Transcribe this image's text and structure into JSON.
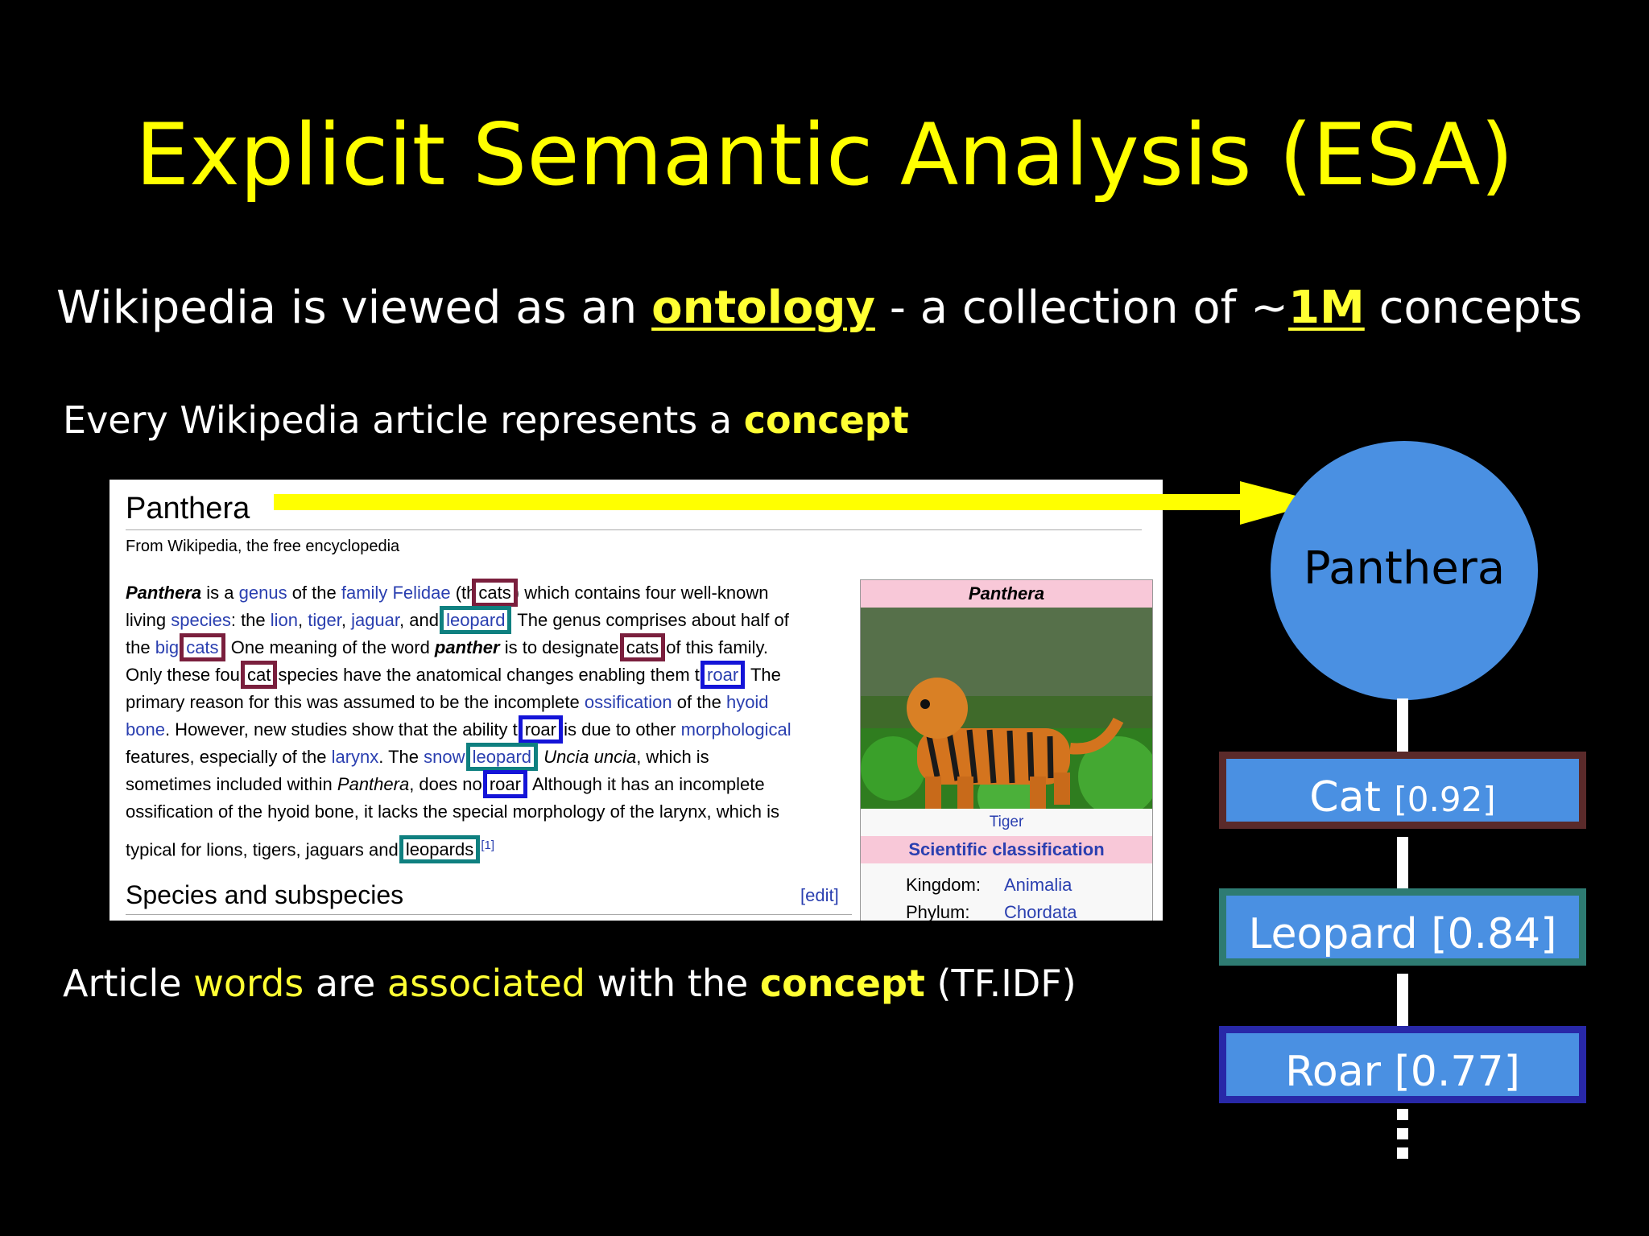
{
  "slide": {
    "title": "Explicit Semantic Analysis (ESA)",
    "line1": {
      "a": "Wikipedia is viewed as an ",
      "b": "ontology",
      "c": " - a collection of ~",
      "d": "1M",
      "e": " concepts"
    },
    "line2": {
      "a": "Every Wikipedia article represents a ",
      "b": "concept"
    },
    "line3": {
      "a": "Article ",
      "b": "words",
      "c": " are ",
      "d": "associated",
      "e": " with the ",
      "f": "concept",
      "g": " (TF.IDF)"
    }
  },
  "wiki": {
    "title": "Panthera",
    "subtitle": "From Wikipedia, the free encyclopedia",
    "section": "Species and subspecies",
    "edit": "[edit]",
    "infobox": {
      "header": "Panthera",
      "caption": "Tiger",
      "classification": "Scientific classification",
      "kingdom_label": "Kingdom:",
      "kingdom_value": "Animalia",
      "phylum_label": "Phylum:",
      "phylum_value": "Chordata"
    }
  },
  "concept_node": "Panthera",
  "concepts": [
    {
      "word": "Cat",
      "score": "[0.92]",
      "color": "#5a2a2a"
    },
    {
      "word": "Leopard",
      "score": "[0.84]",
      "color": "#2e7b72"
    },
    {
      "word": "Roar",
      "score": "[0.77]",
      "color": "#2828a8"
    }
  ],
  "colors": {
    "title": "#ffff00",
    "accent": "#ffff33",
    "node": "#4a90e2"
  }
}
